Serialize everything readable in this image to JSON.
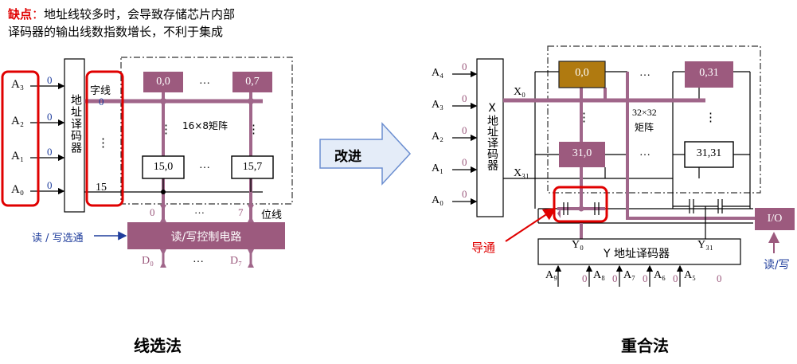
{
  "colors": {
    "accent_red": "#e00000",
    "matrix_purple": "#9c5a7e",
    "wire_purple": "#a0668a",
    "num_blue": "#1f3d9c",
    "highlight_gold": "#b07a10",
    "arrow_blue_fill": "#e4ecf8",
    "arrow_blue_stroke": "#6b8ed0"
  },
  "note": {
    "label": "缺点",
    "colon": "：",
    "text_line1": "地址线较多时，会导致存储芯片内部",
    "text_line2": "译码器的输出线数指数增长，不利于集成"
  },
  "left": {
    "address_inputs": [
      "A₃",
      "A₂",
      "A₁",
      "A₀"
    ],
    "input_values": [
      "0",
      "0",
      "0",
      "0"
    ],
    "decoder_label": "地址译码器",
    "word_line_label": "字线",
    "word_line_first": "0",
    "word_line_dots": "⋮",
    "word_line_last": "15",
    "cells_top": [
      "0,0",
      "0,7"
    ],
    "cells_bottom": [
      "15,0",
      "15,7"
    ],
    "dots_h": "…",
    "dots_v": "⋮",
    "matrix_label": "16×8矩阵",
    "bit_line_first": "0",
    "bit_line_last": "7",
    "bit_line_dots": "…",
    "bit_line_label": "位线",
    "rw_select_label": "读 / 写选通",
    "rw_circuit_label": "读/写控制电路",
    "data_first": "D₀",
    "data_last": "D₇",
    "data_dots": "…",
    "caption": "线选法"
  },
  "arrow": {
    "label": "改进"
  },
  "right": {
    "address_inputs": [
      "A₄",
      "A₃",
      "A₂",
      "A₁",
      "A₀"
    ],
    "input_values": [
      "0",
      "0",
      "0",
      "0",
      "0"
    ],
    "x_decoder_label": "X地址译码器",
    "x_first": "X₀",
    "x_last": "X₃₁",
    "cells_top": [
      "0,0",
      "0,31"
    ],
    "cells_bottom": [
      "31,0",
      "31,31"
    ],
    "dots_h": "…",
    "dots_v": "⋮",
    "matrix_label_line1": "32×32",
    "matrix_label_line2": "矩阵",
    "y_first": "Y₀",
    "y_last": "Y₃₁",
    "y_decoder_label": "Y 地址译码器",
    "y_inputs": [
      "A₉",
      "A₈",
      "A₇",
      "A₆",
      "A₅"
    ],
    "y_input_values": [
      "0",
      "0",
      "0",
      "0",
      "0"
    ],
    "io_label": "I/O",
    "rw_label": "读/写",
    "conduct_label": "导通",
    "caption": "重合法"
  }
}
